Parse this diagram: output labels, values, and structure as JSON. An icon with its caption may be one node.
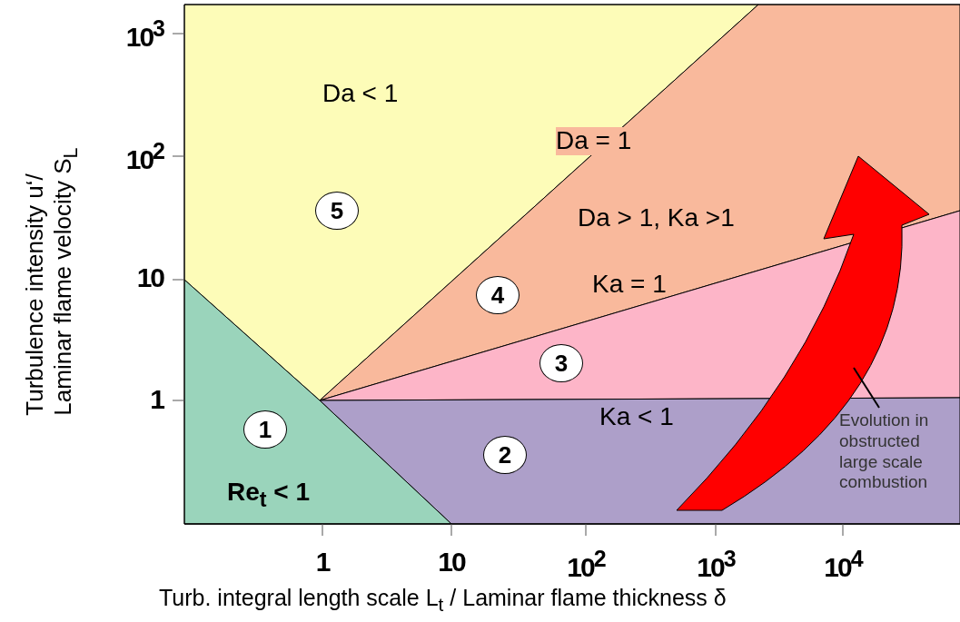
{
  "diagram": {
    "nodes": [
      {
        "text": [],
        "shape": "arrow"
      },
      {
        "text": [
          "5"
        ]
      },
      {
        "text": [
          "4"
        ]
      },
      {
        "text": [
          "3"
        ]
      },
      {
        "text": [
          "1"
        ]
      },
      {
        "text": [
          "2"
        ]
      },
      {
        "text": [
          "Evolution in obstructed large scale combustion"
        ]
      }
    ],
    "edges": [
      {
        "from": 6,
        "to": 0,
        "arrow": "none"
      }
    ],
    "labels": [
      "10$^{3}$",
      "Da < 1",
      "10$^{2}$",
      "Da = 1",
      "Da > 1, Ka >1",
      "10",
      "Ka = 1",
      "1",
      "Ka < 1",
      "Re$_{t}$ < 1",
      "1",
      "10",
      "10$^{2}$",
      "10$^{3}$",
      "10$^{4}$",
      "Turbulence intensity u‘/ Laminar flame velocity S$_{L}$",
      "Turb. integral length scale L$_{t}$ / Laminar flame thickness δ"
    ]
  }
}
